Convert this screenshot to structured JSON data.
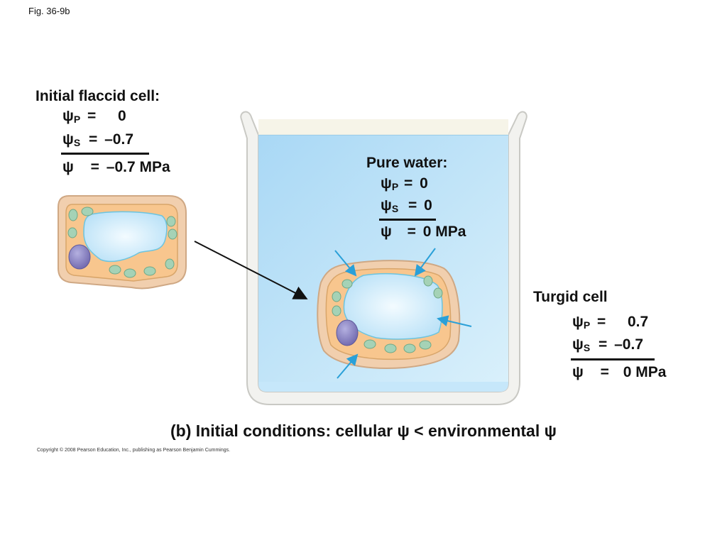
{
  "figure_label": "Fig. 36-9b",
  "copyright": "Copyright © 2008 Pearson Education, Inc., publishing as Pearson Benjamin Cummings.",
  "caption": "(b) Initial conditions: cellular ψ < environmental ψ",
  "flaccid": {
    "title": "Initial flaccid cell:",
    "psi_p": {
      "symbol": "ψ",
      "sub": "P",
      "eq": "=",
      "value": "0"
    },
    "psi_s": {
      "symbol": "ψ",
      "sub": "S",
      "eq": "=",
      "value": "–0.7"
    },
    "psi": {
      "symbol": "ψ",
      "eq": "=",
      "value": "–0.7 MPa"
    }
  },
  "water": {
    "title": "Pure water:",
    "psi_p": {
      "symbol": "ψ",
      "sub": "P",
      "eq": "=",
      "value": "0"
    },
    "psi_s": {
      "symbol": "ψ",
      "sub": "S",
      "eq": "=",
      "value": "0"
    },
    "psi": {
      "symbol": "ψ",
      "eq": "=",
      "value": "0 MPa"
    }
  },
  "turgid": {
    "title": "Turgid cell",
    "psi_p": {
      "symbol": "ψ",
      "sub": "P",
      "eq": "=",
      "value": "0.7"
    },
    "psi_s": {
      "symbol": "ψ",
      "sub": "S",
      "eq": "=",
      "value": "–0.7"
    },
    "psi": {
      "symbol": "ψ",
      "eq": "=",
      "value": "0 MPa"
    }
  },
  "colors": {
    "water": "#bfe3f8",
    "cell_wall": "#f2d2b0",
    "cytoplasm": "#f9c98f",
    "vacuole": "#d6eefb",
    "chloroplast": "#9fcfb2",
    "nucleus": "#8b84c4",
    "arrow": "#2aa0d8"
  }
}
